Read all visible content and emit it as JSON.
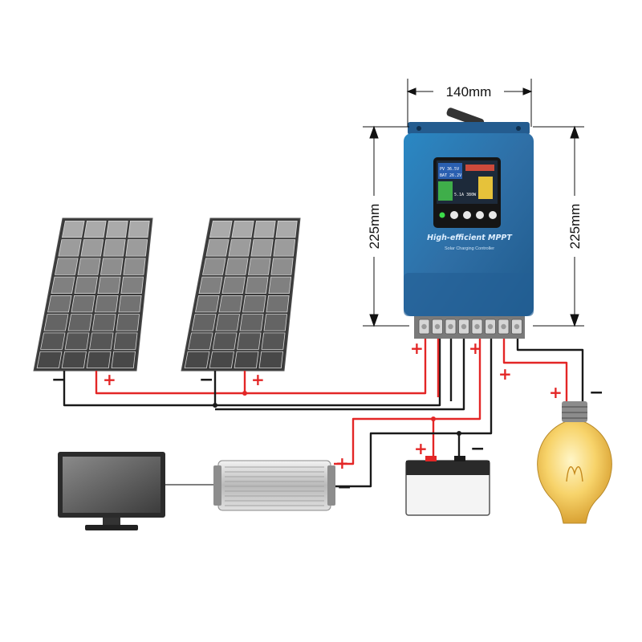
{
  "dimensions": {
    "width_label": "140mm",
    "height_left_label": "225mm",
    "height_right_label": "225mm"
  },
  "controller": {
    "brand_label": "High-efficient MPPT",
    "subtitle": "Solar Charging Controller",
    "screen_lines": [
      "PV 36.5V",
      "BAT 26.2V",
      "5.1A  380W"
    ],
    "body_color": "#2f76ad",
    "antenna_color": "#333333"
  },
  "polarity": {
    "plus": "+",
    "minus": "−"
  },
  "wire_colors": {
    "positive": "#e32626",
    "negative": "#1a1a1a"
  },
  "components": {
    "panels": [
      "solar-panel-1",
      "solar-panel-2"
    ],
    "loads": [
      "monitor",
      "inverter",
      "battery",
      "light-bulb"
    ]
  }
}
